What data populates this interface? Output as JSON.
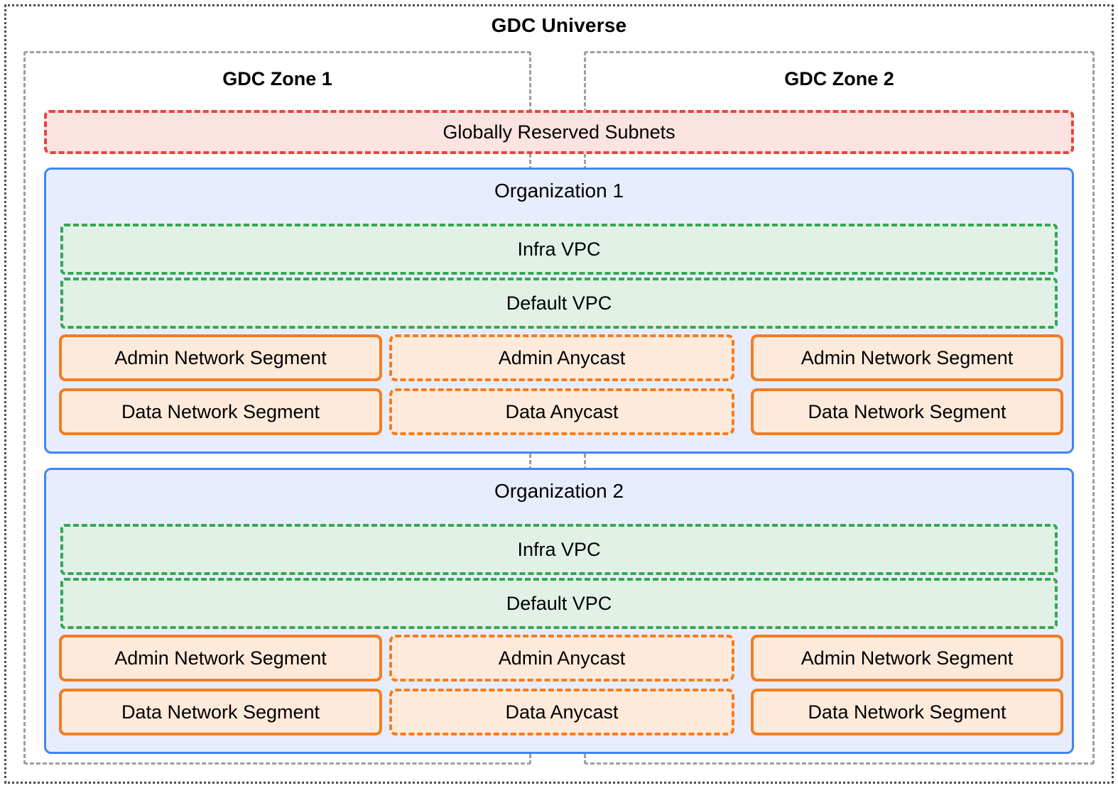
{
  "diagram": {
    "title": "GDC Universe",
    "zones": [
      {
        "title": "GDC Zone 1"
      },
      {
        "title": "GDC Zone 2"
      }
    ],
    "reserved_subnets": {
      "label": "Globally Reserved Subnets"
    },
    "organizations": [
      {
        "title": "Organization 1",
        "vpcs": [
          {
            "label": "Infra VPC"
          },
          {
            "label": "Default VPC"
          }
        ],
        "rows": [
          {
            "left": {
              "label": "Admin Network Segment"
            },
            "center": {
              "label": "Admin Anycast"
            },
            "right": {
              "label": "Admin Network Segment"
            }
          },
          {
            "left": {
              "label": "Data Network Segment"
            },
            "center": {
              "label": "Data Anycast"
            },
            "right": {
              "label": "Data Network Segment"
            }
          }
        ]
      },
      {
        "title": "Organization 2",
        "vpcs": [
          {
            "label": "Infra VPC"
          },
          {
            "label": "Default VPC"
          }
        ],
        "rows": [
          {
            "left": {
              "label": "Admin Network Segment"
            },
            "center": {
              "label": "Admin Anycast"
            },
            "right": {
              "label": "Admin Network Segment"
            }
          },
          {
            "left": {
              "label": "Data Network Segment"
            },
            "center": {
              "label": "Data Anycast"
            },
            "right": {
              "label": "Data Network Segment"
            }
          }
        ]
      }
    ]
  },
  "colors": {
    "universe_border": "#4d4d4d",
    "zone_border": "#9aa0a6",
    "reserved_border": "#e8453c",
    "reserved_fill": "#fbe3e1",
    "org_border": "#4285f4",
    "org_fill": "#e8edfd",
    "vpc_border": "#34a853",
    "vpc_fill": "#e1f1e5",
    "segment_border": "#f57c1f",
    "segment_fill": "#fdeadb",
    "text": "#000000"
  }
}
